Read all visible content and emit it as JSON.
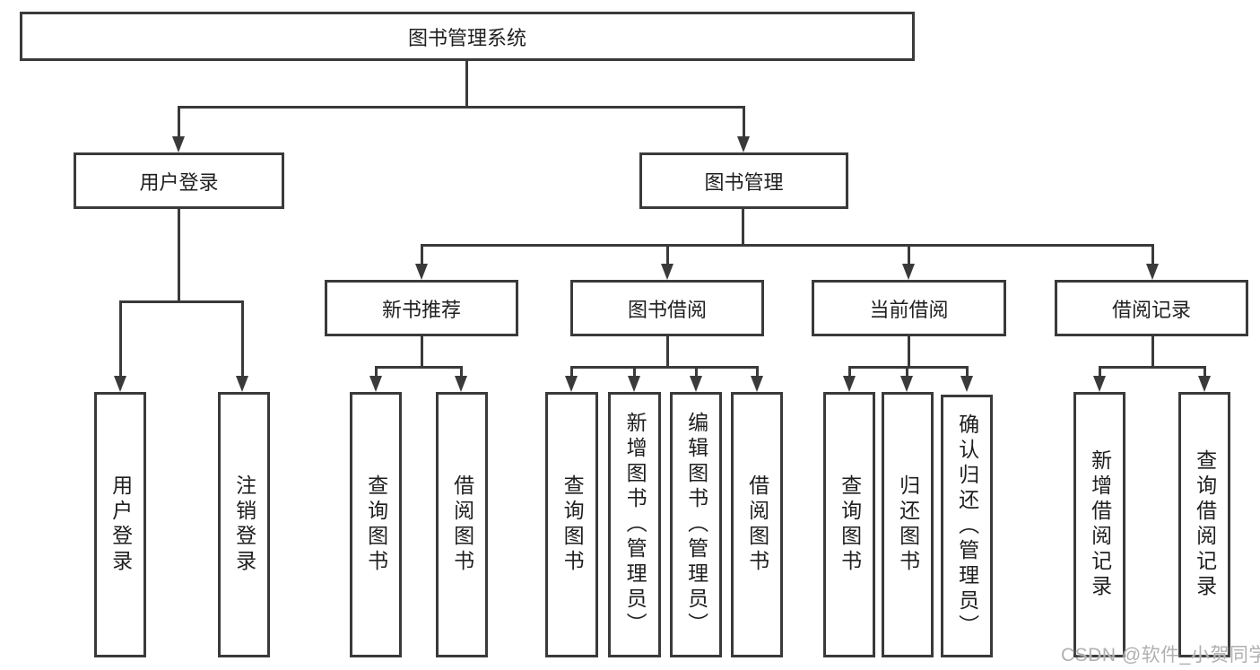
{
  "diagram": {
    "type": "hierarchy-tree",
    "nodes": {
      "root": "图书管理系统",
      "user_login": "用户登录",
      "book_mgmt": "图书管理",
      "new_book_rec": "新书推荐",
      "book_borrow": "图书借阅",
      "current_borrow": "当前借阅",
      "borrow_records": "借阅记录",
      "user_login_leaf": "用户登录",
      "logout_leaf": "注销登录",
      "rec_query_book": "查询图书",
      "rec_borrow_book": "借阅图书",
      "bor_query_book": "查询图书",
      "bor_add_book": "新增图书（管理员）",
      "bor_edit_book": "编辑图书（管理员）",
      "bor_borrow_book": "借阅图书",
      "cur_query_book": "查询图书",
      "cur_return_book": "归还图书",
      "cur_confirm_return": "确认归还（管理员）",
      "rcd_add_record": "新增借阅记录",
      "rcd_query_record": "查询借阅记录"
    },
    "edges": [
      [
        "图书管理系统",
        "用户登录"
      ],
      [
        "图书管理系统",
        "图书管理"
      ],
      [
        "用户登录",
        "用户登录(叶)"
      ],
      [
        "用户登录",
        "注销登录"
      ],
      [
        "图书管理",
        "新书推荐"
      ],
      [
        "图书管理",
        "图书借阅"
      ],
      [
        "图书管理",
        "当前借阅"
      ],
      [
        "图书管理",
        "借阅记录"
      ],
      [
        "新书推荐",
        "查询图书"
      ],
      [
        "新书推荐",
        "借阅图书"
      ],
      [
        "图书借阅",
        "查询图书"
      ],
      [
        "图书借阅",
        "新增图书（管理员）"
      ],
      [
        "图书借阅",
        "编辑图书（管理员）"
      ],
      [
        "图书借阅",
        "借阅图书"
      ],
      [
        "当前借阅",
        "查询图书"
      ],
      [
        "当前借阅",
        "归还图书"
      ],
      [
        "当前借阅",
        "确认归还（管理员）"
      ],
      [
        "借阅记录",
        "新增借阅记录"
      ],
      [
        "借阅记录",
        "查询借阅记录"
      ]
    ]
  },
  "watermark": "CSDN @软件_小贺同学",
  "colors": {
    "line": "#3a3a3a",
    "text": "#1f1f1f",
    "watermark": "#b0b0b0",
    "background": "#ffffff"
  }
}
